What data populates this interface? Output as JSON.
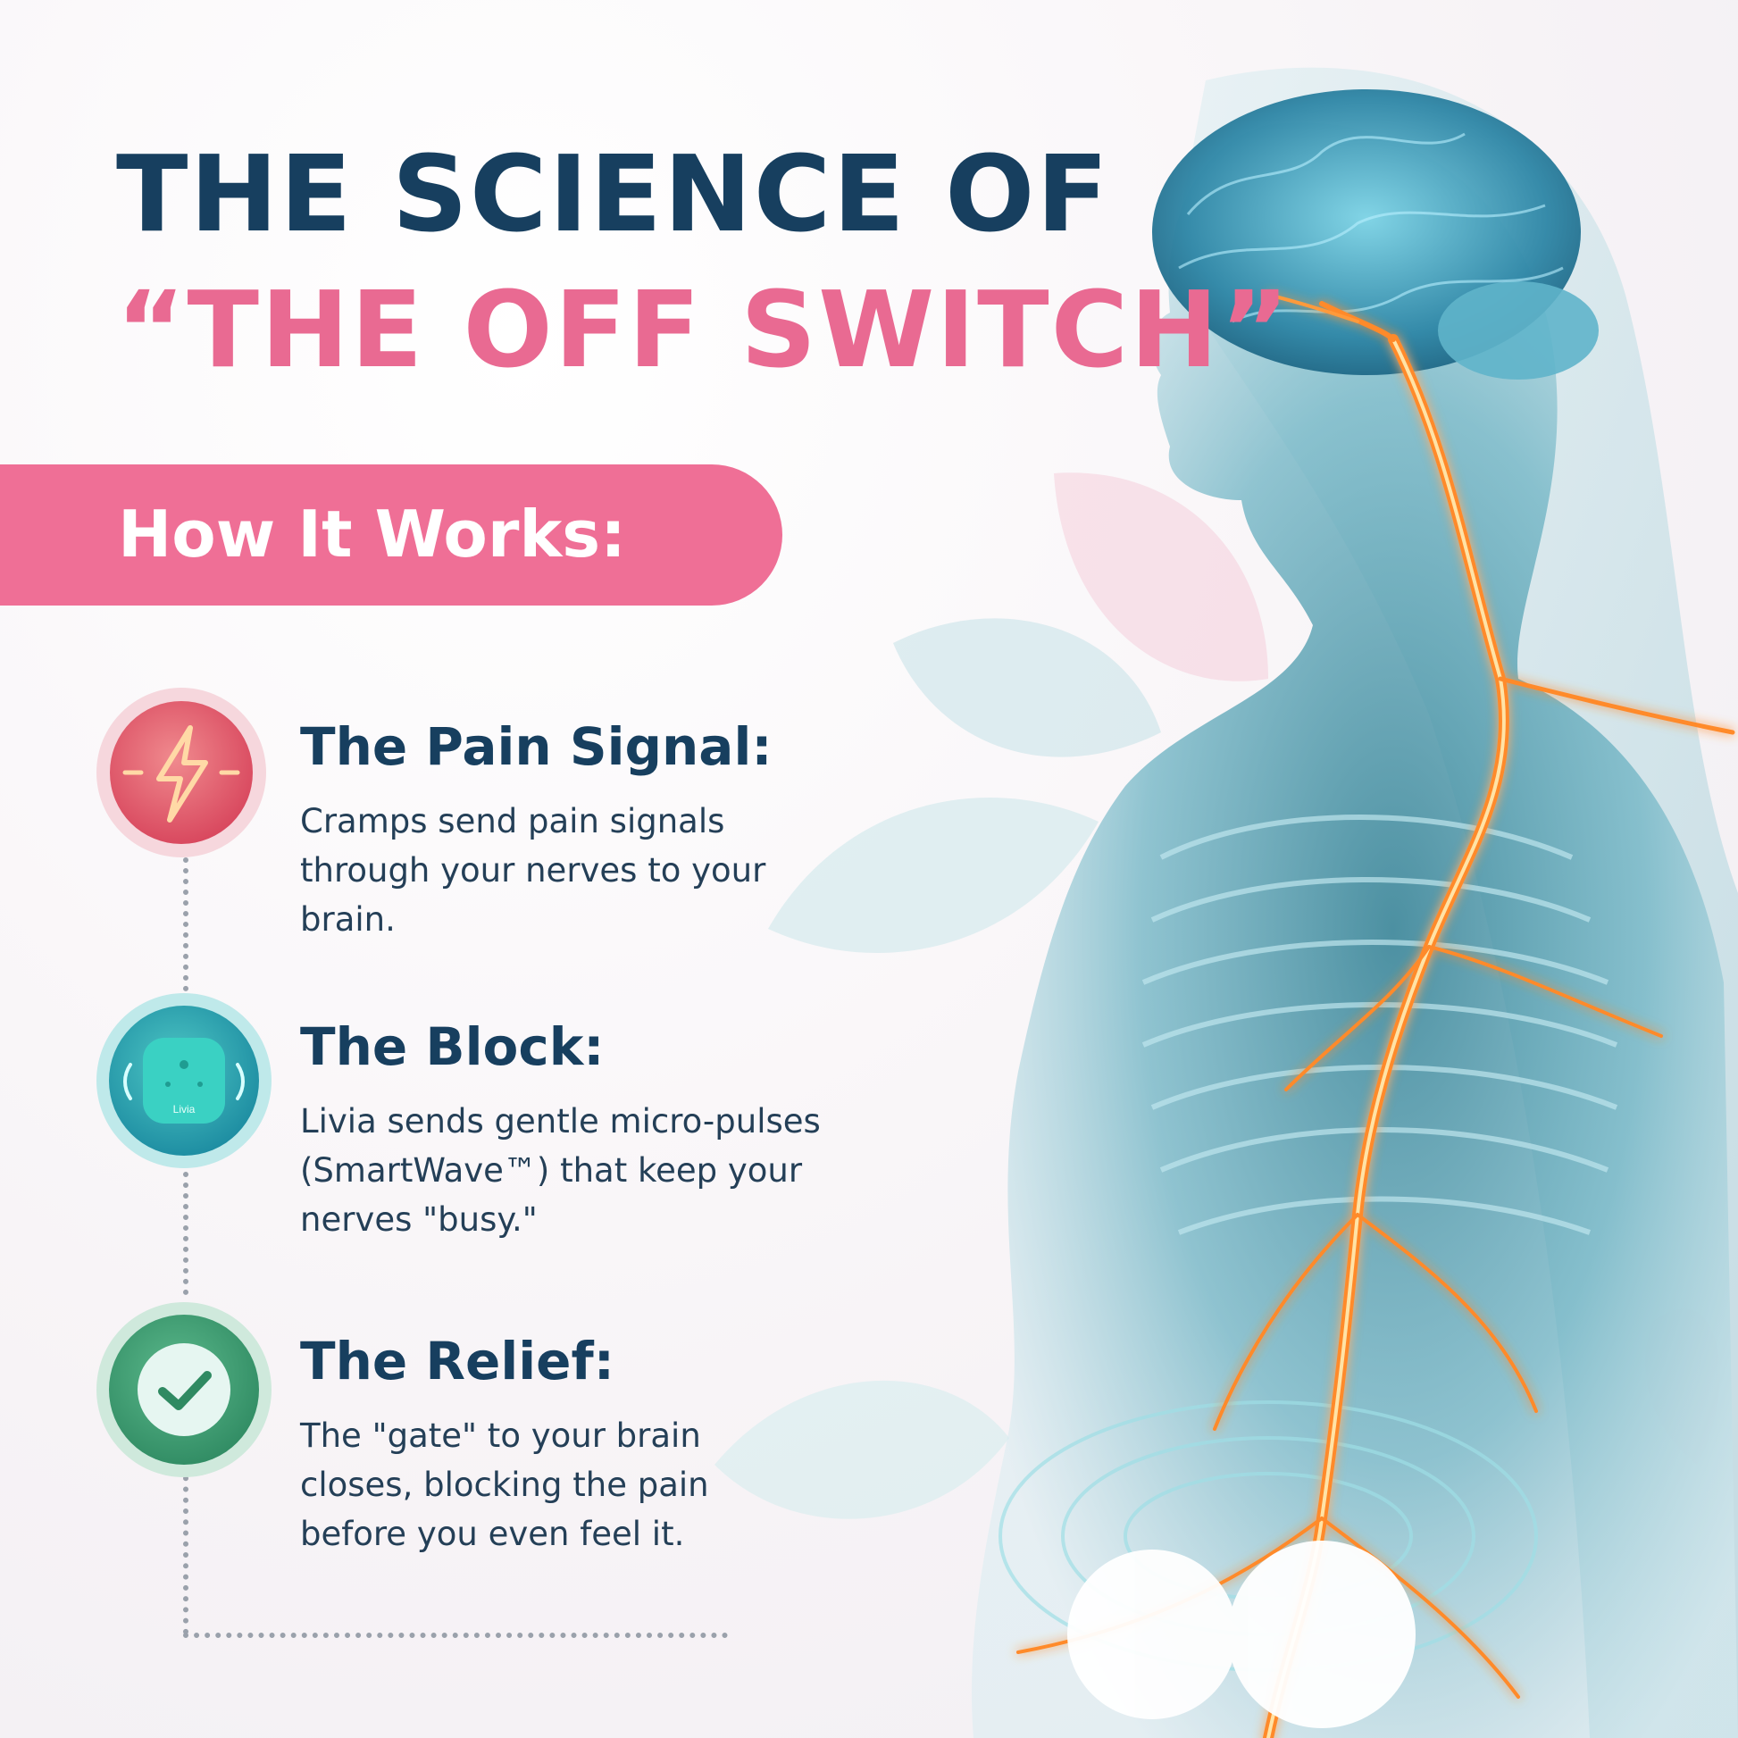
{
  "title": {
    "line1": "THE SCIENCE OF",
    "line2": "“THE OFF SWITCH”"
  },
  "banner": {
    "label": "How It Works:"
  },
  "steps": [
    {
      "heading": "The Pain Signal:",
      "description": "Cramps send pain signals through your nerves to your brain.",
      "icon": "lightning-icon"
    },
    {
      "heading": "The Block:",
      "description": "Livia sends gentle micro-pulses (SmartWave™) that keep your nerves \"busy.\"",
      "icon": "device-icon",
      "device_label": "Livia"
    },
    {
      "heading": "The Relief:",
      "description": "The \"gate\" to your brain closes, blocking the pain before you even feel it.",
      "icon": "checkmark-icon"
    }
  ],
  "colors": {
    "navy": "#173f5f",
    "pink": "#ef6f96",
    "red_icon": "#e2566b",
    "teal_icon": "#2bb5a8",
    "green_icon": "#3d9a72",
    "glow": "#ff8a2a"
  }
}
